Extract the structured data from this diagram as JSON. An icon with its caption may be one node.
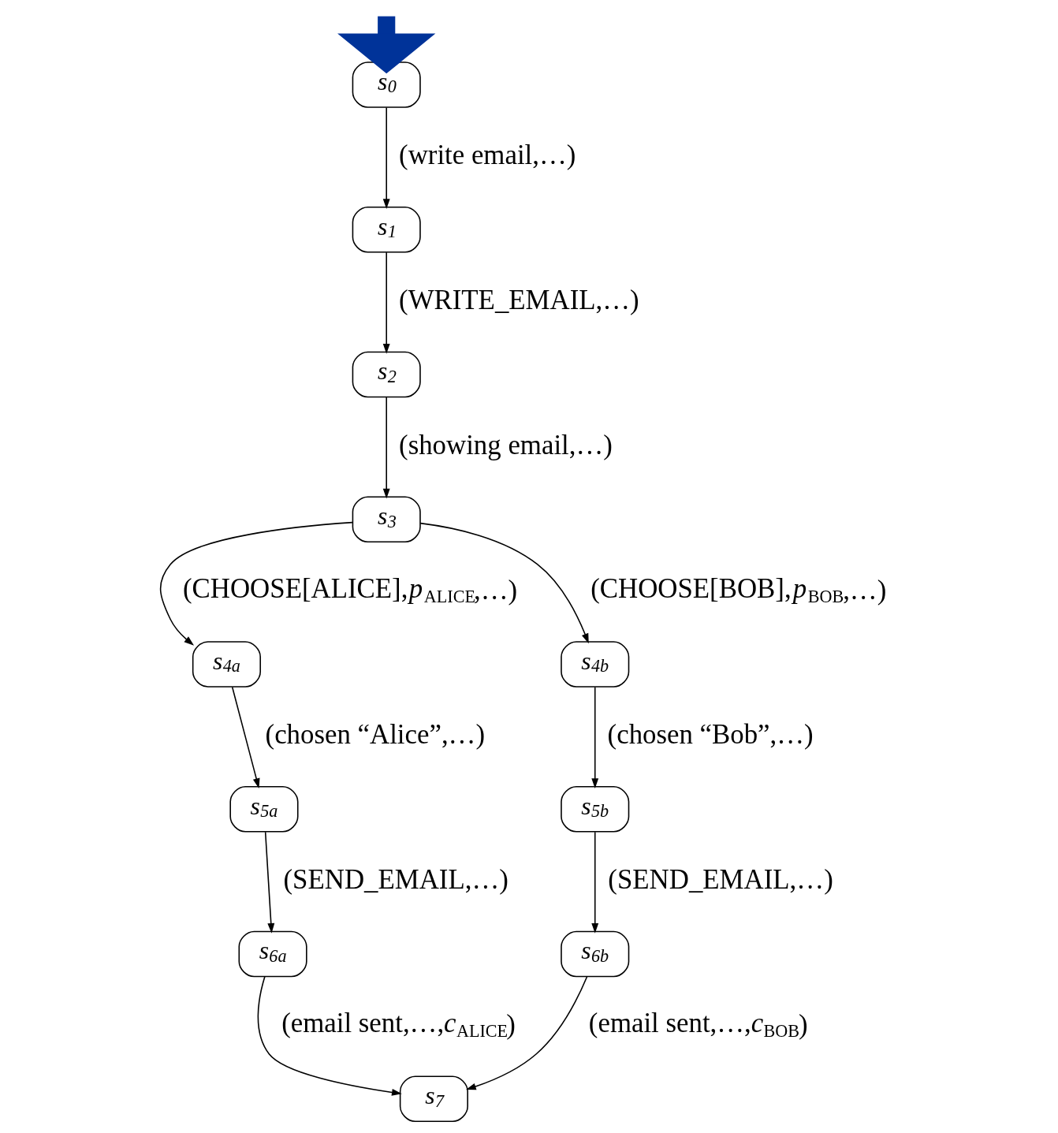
{
  "diagram": {
    "nodes": [
      {
        "text": [
          "s$_{0}$"
        ]
      },
      {
        "text": [
          "s$_{1}$"
        ]
      },
      {
        "text": [
          "s$_{2}$"
        ]
      },
      {
        "text": [
          "s$_{3}$"
        ]
      },
      {
        "text": [
          "s$_{4a}$"
        ]
      },
      {
        "text": [
          "s$_{4b}$"
        ]
      },
      {
        "text": [
          "s$_{5a}$"
        ]
      },
      {
        "text": [
          "s$_{5b}$"
        ]
      },
      {
        "text": [
          "s$_{6a}$"
        ]
      },
      {
        "text": [
          "s$_{6b}$"
        ]
      },
      {
        "text": [
          "s$_{7}$"
        ]
      }
    ],
    "edges": [
      {
        "from": null,
        "to": 0,
        "arrow": "to",
        "style": "thick",
        "color": "#003399"
      },
      {
        "from": 0,
        "to": 1,
        "arrow": "to",
        "label": "(write email,…)"
      },
      {
        "from": 1,
        "to": 2,
        "arrow": "to",
        "label": "(WRITE_EMAIL,…)"
      },
      {
        "from": 2,
        "to": 3,
        "arrow": "to",
        "label": "(showing email,…)"
      },
      {
        "from": 3,
        "to": 4,
        "arrow": "to",
        "label": "(CHOOSE[ALICE],*p*$_{ALICE}$,…)"
      },
      {
        "from": 3,
        "to": 5,
        "arrow": "to",
        "label": "(CHOOSE[BOB],*p*$_{BOB}$,…)"
      },
      {
        "from": 4,
        "to": 6,
        "arrow": "to",
        "label": "(chosen “Alice”,…)"
      },
      {
        "from": 5,
        "to": 7,
        "arrow": "to",
        "label": "(chosen “Bob”,…)"
      },
      {
        "from": 6,
        "to": 8,
        "arrow": "to",
        "label": "(SEND_EMAIL,…)"
      },
      {
        "from": 7,
        "to": 9,
        "arrow": "to",
        "label": "(SEND_EMAIL,…)"
      },
      {
        "from": 8,
        "to": 10,
        "arrow": "to",
        "label": "(email sent,…,*c*$_{ALICE}$)"
      },
      {
        "from": 9,
        "to": 10,
        "arrow": "to",
        "label": "(email sent,…,*c*$_{BOB}$)"
      }
    ]
  }
}
